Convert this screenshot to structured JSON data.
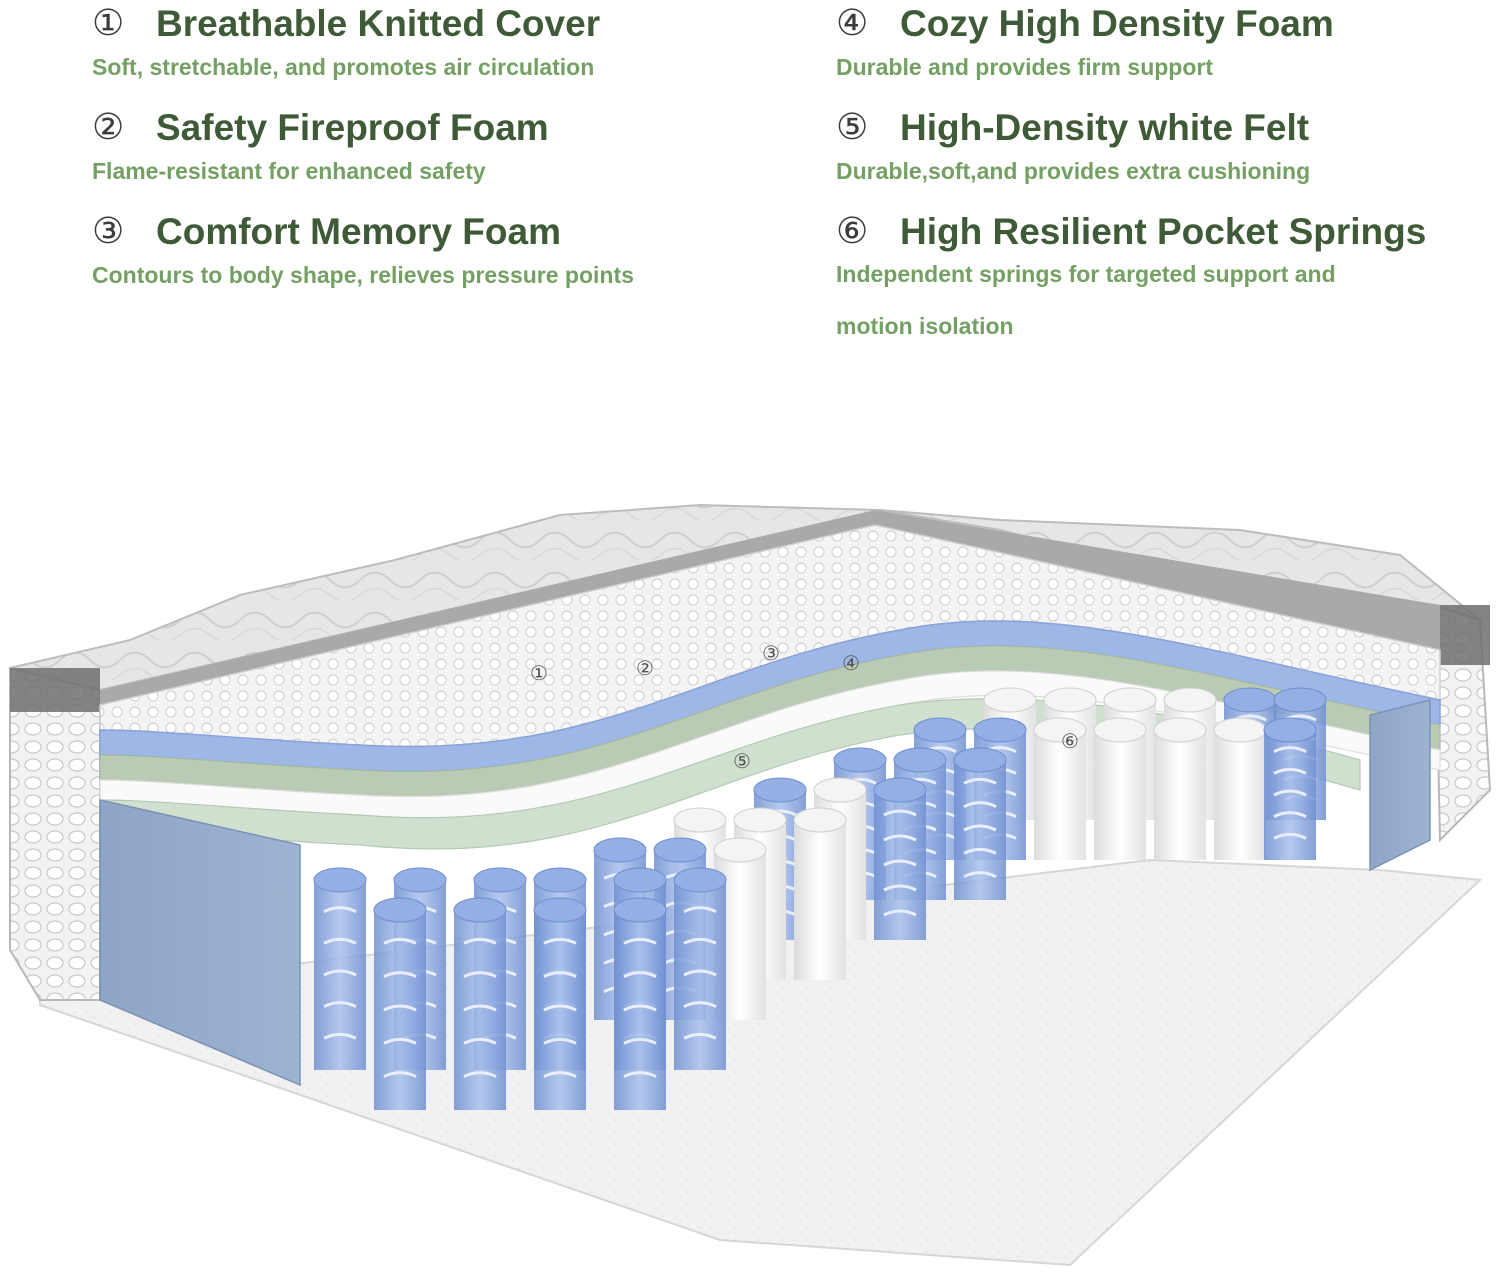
{
  "features": [
    {
      "num": "①",
      "title": "Breathable Knitted Cover",
      "desc": "Soft, stretchable, and promotes air circulation"
    },
    {
      "num": "②",
      "title": "Safety Fireproof Foam",
      "desc": "Flame-resistant for enhanced safety"
    },
    {
      "num": "③",
      "title": "Comfort Memory Foam",
      "desc": "Contours to body shape, relieves pressure points"
    },
    {
      "num": "④",
      "title": "Cozy High Density Foam",
      "desc": "Durable and provides firm support"
    },
    {
      "num": "⑤",
      "title": "High-Density white Felt",
      "desc": "Durable,soft,and provides extra cushioning"
    },
    {
      "num": "⑥",
      "title": "High Resilient Pocket Springs",
      "desc": "Independent springs for targeted support and motion isolation"
    }
  ],
  "markers": [
    "①",
    "②",
    "③",
    "④",
    "⑤",
    "⑥"
  ],
  "colors": {
    "title": "#3f5a37",
    "description": "#74a064",
    "blue_foam": "#9fb7e6",
    "green_foam": "#cfe0cf",
    "blue_spring": "#7f9ed6",
    "side_panel": "#8ea5c6"
  }
}
